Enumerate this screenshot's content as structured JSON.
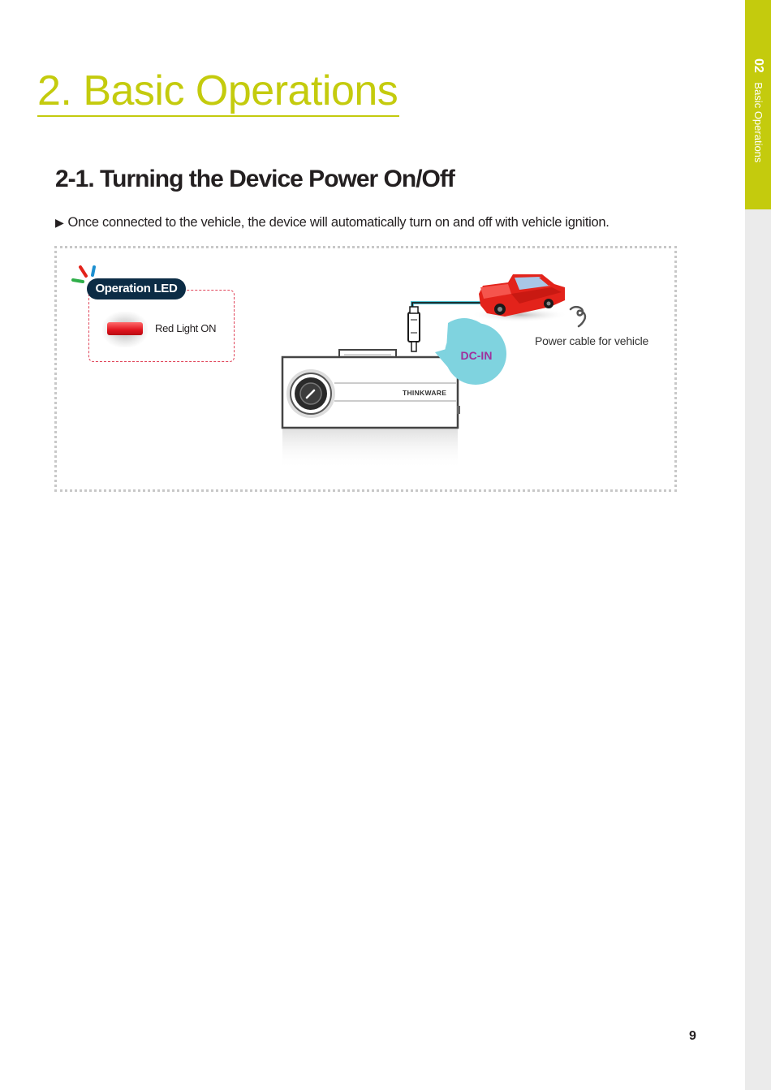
{
  "side_tab": {
    "number": "02",
    "label": "Basic Operations"
  },
  "chapter_title": "2. Basic Operations",
  "section_title": "2-1. Turning the Device Power On/Off",
  "intro": {
    "bullet_icon": "triangle-right-icon",
    "text": "Once connected to the vehicle, the device will automatically turn on and off with vehicle ignition."
  },
  "diagram": {
    "led_heading": "Operation LED",
    "led_state": "Red Light ON",
    "led_color": "#e0141e",
    "device_brand": "THINKWARE",
    "port_label": "DC-IN",
    "cable_label": "Power cable for vehicle",
    "icons": [
      "led-rays-icon",
      "red-led-icon",
      "dashcam-device-icon",
      "power-plug-icon",
      "red-car-icon",
      "cable-curl-icon"
    ]
  },
  "colors": {
    "accent": "#c4cb0d",
    "pill": "#0c2c45",
    "bubble": "#7fd3df",
    "port_text": "#a0309c",
    "car": "#e3231b"
  },
  "page_number": "9"
}
